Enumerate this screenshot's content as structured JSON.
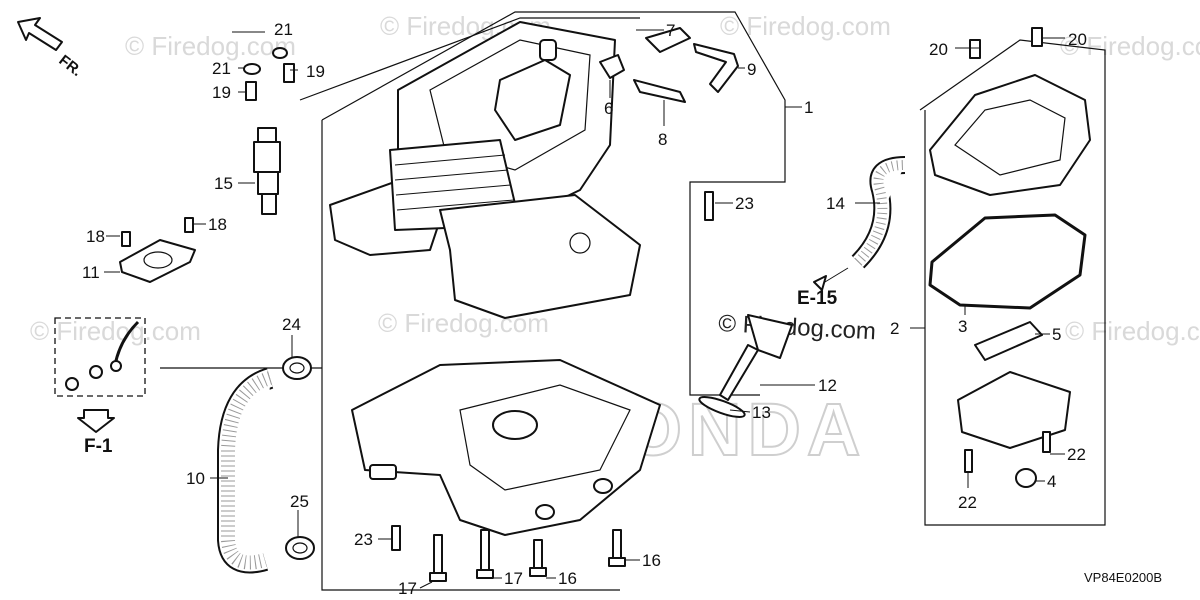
{
  "watermark": {
    "text": "© Firedog.com",
    "brand_mark": "HONDA"
  },
  "direction_arrow": {
    "label": "FR."
  },
  "references": {
    "e15": "E-15",
    "f1": "F-1"
  },
  "diagram_code": "VP84E0200B",
  "callouts": {
    "c1": "1",
    "c2": "2",
    "c3": "3",
    "c4": "4",
    "c5": "5",
    "c6": "6",
    "c7": "7",
    "c8": "8",
    "c9": "9",
    "c10": "10",
    "c11": "11",
    "c12": "12",
    "c13": "13",
    "c14": "14",
    "c15": "15",
    "c16a": "16",
    "c16b": "16",
    "c17a": "17",
    "c17b": "17",
    "c18a": "18",
    "c18b": "18",
    "c19a": "19",
    "c19b": "19",
    "c20a": "20",
    "c20b": "20",
    "c21a": "21",
    "c21b": "21",
    "c22a": "22",
    "c22b": "22",
    "c23a": "23",
    "c23b": "23",
    "c24": "24",
    "c25": "25"
  },
  "colors": {
    "ink": "#111111",
    "watermark": "#d9d9d9",
    "background": "#ffffff"
  }
}
